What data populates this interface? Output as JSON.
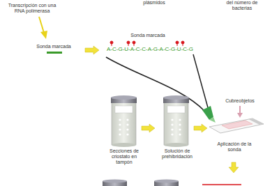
{
  "diagram": {
    "labels": [
      "Transcripción con una RNA polimerasa",
      "plásmidos",
      "del número de bacterias",
      "Sonda marcada",
      "Sonda marcada",
      "A-C-G-U-A-C-C-A-G-A-C-G-U-C-G",
      "Cubreobjetos",
      "Secciones de criostato en tampón",
      "Solución de prehibridación",
      "Aplicación de la sonda"
    ]
  }
}
